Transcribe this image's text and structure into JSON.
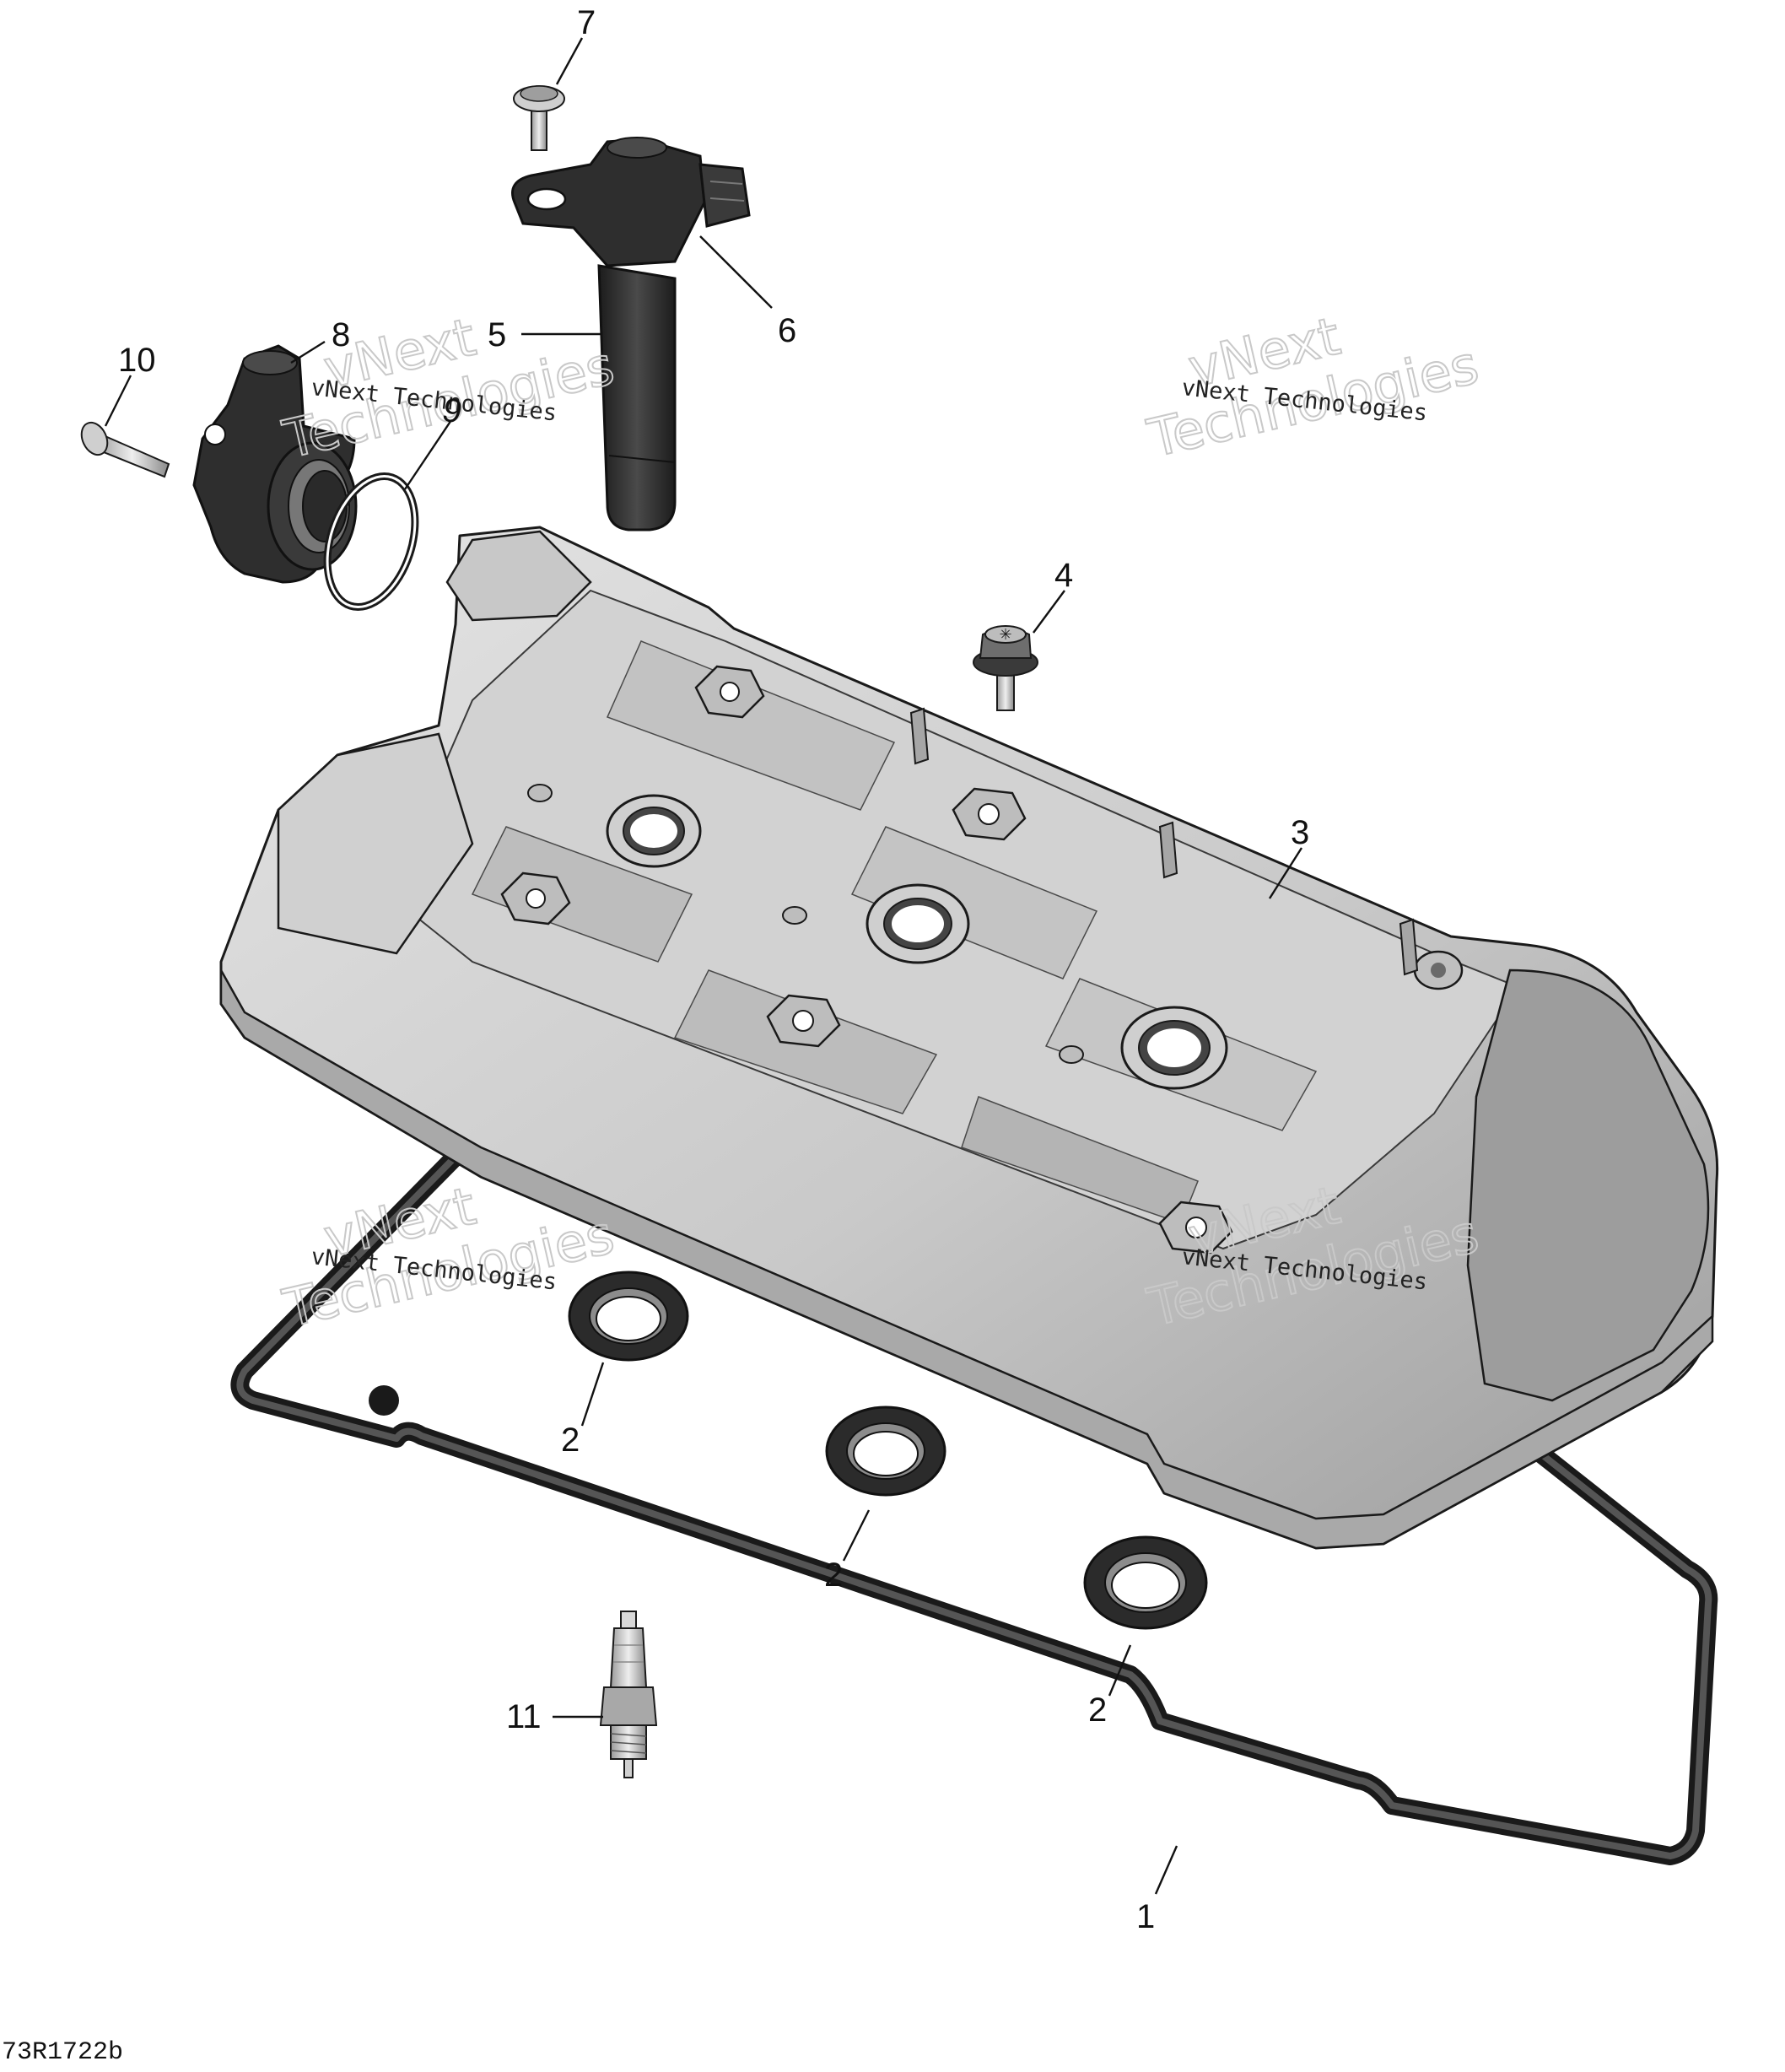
{
  "callouts": {
    "c1": "1",
    "c2a": "2",
    "c2b": "2",
    "c2c": "2",
    "c3": "3",
    "c4": "4",
    "c5": "5",
    "c6": "6",
    "c7": "7",
    "c8": "8",
    "c9": "9",
    "c10": "10",
    "c11": "11"
  },
  "watermark": {
    "line1": "vNext",
    "line2": "Technologies",
    "small": "vNext Technologies"
  },
  "figure_code": "73R1722b",
  "colors": {
    "cover_light": "#d9d9d9",
    "cover_mid": "#b8b8b8",
    "cover_dark": "#8f8f8f",
    "rubber": "#2b2b2b",
    "outline": "#1a1a1a"
  }
}
